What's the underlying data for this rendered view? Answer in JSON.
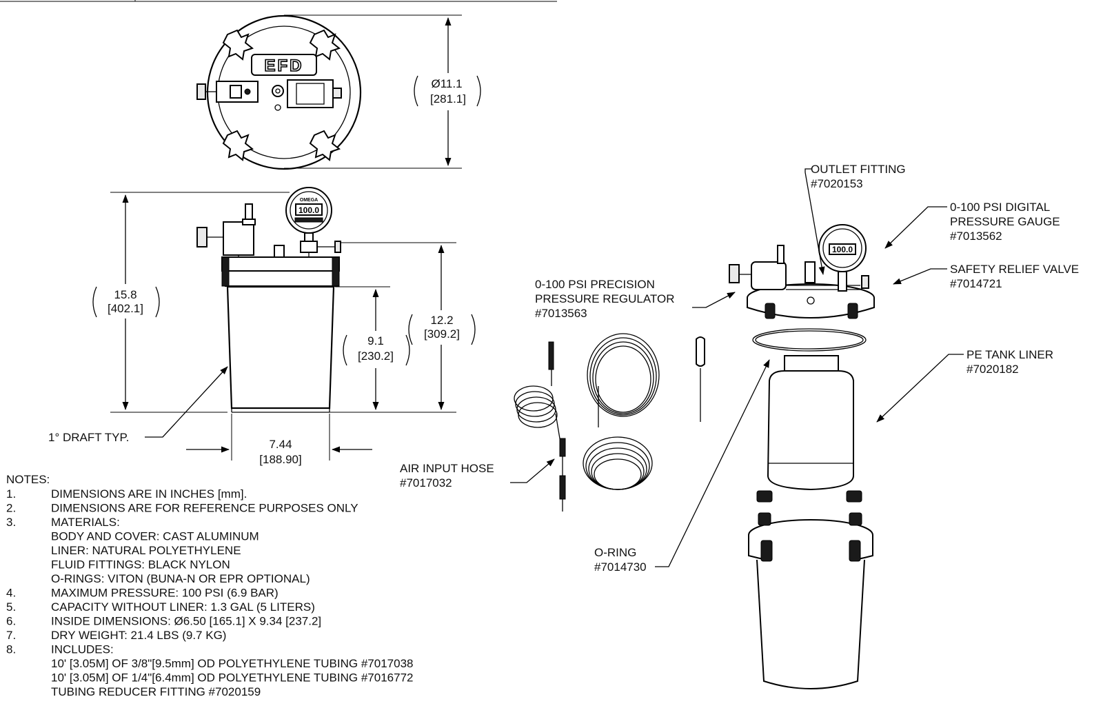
{
  "dimensions": {
    "top_diameter": "Ø11.1",
    "top_diameter_mm": "[281.1]",
    "overall_height": "15.8",
    "overall_height_mm": "[402.1]",
    "body_height": "12.2",
    "body_height_mm": "[309.2]",
    "liner_height": "9.1",
    "liner_height_mm": "[230.2]",
    "base_width": "7.44",
    "base_width_mm": "[188.90]",
    "draft": "1° DRAFT TYP."
  },
  "logo_text": "EFD",
  "gauge_brand": "OMEGA",
  "gauge_reading": "100.0",
  "callouts": {
    "outlet_fitting": {
      "name": "OUTLET FITTING",
      "part": "#7020153"
    },
    "pressure_gauge": {
      "line1": "0-100 PSI DIGITAL",
      "line2": "PRESSURE GAUGE",
      "part": "#7013562"
    },
    "regulator": {
      "line1": "0-100 PSI PRECISION",
      "line2": "PRESSURE REGULATOR",
      "part": "#7013563"
    },
    "relief_valve": {
      "name": "SAFETY RELIEF VALVE",
      "part": "#7014721"
    },
    "tank_liner": {
      "name": "PE TANK LINER",
      "part": "#7020182"
    },
    "air_hose": {
      "name": "AIR INPUT HOSE",
      "part": "#7017032"
    },
    "o_ring": {
      "name": "O-RING",
      "part": "#7014730"
    }
  },
  "notes": {
    "heading": "NOTES:",
    "items": [
      {
        "num": "1.",
        "text": "DIMENSIONS ARE IN INCHES [mm]."
      },
      {
        "num": "2.",
        "text": "DIMENSIONS ARE FOR REFERENCE PURPOSES ONLY"
      },
      {
        "num": "3.",
        "text": "MATERIALS:"
      },
      {
        "num": "",
        "text": "BODY AND COVER: CAST ALUMINUM"
      },
      {
        "num": "",
        "text": "LINER: NATURAL POLYETHYLENE"
      },
      {
        "num": "",
        "text": "FLUID FITTINGS: BLACK NYLON"
      },
      {
        "num": "",
        "text": "O-RINGS: VITON (BUNA-N OR EPR OPTIONAL)"
      },
      {
        "num": "4.",
        "text": "MAXIMUM PRESSURE: 100 PSI (6.9 BAR)"
      },
      {
        "num": "5.",
        "text": "CAPACITY WITHOUT LINER: 1.3 GAL (5 LITERS)"
      },
      {
        "num": "6.",
        "text": "INSIDE DIMENSIONS: Ø6.50 [165.1] X 9.34 [237.2]"
      },
      {
        "num": "7.",
        "text": "DRY WEIGHT: 21.4 LBS (9.7 KG)"
      },
      {
        "num": "8.",
        "text": "INCLUDES:"
      },
      {
        "num": "",
        "text": "10' [3.05M] OF 3/8\"[9.5mm] OD POLYETHYLENE TUBING #7017038"
      },
      {
        "num": "",
        "text": "10' [3.05M] OF 1/4\"[6.4mm] OD POLYETHYLENE TUBING #7016772"
      },
      {
        "num": "",
        "text": "TUBING REDUCER FITTING #7020159"
      }
    ]
  }
}
